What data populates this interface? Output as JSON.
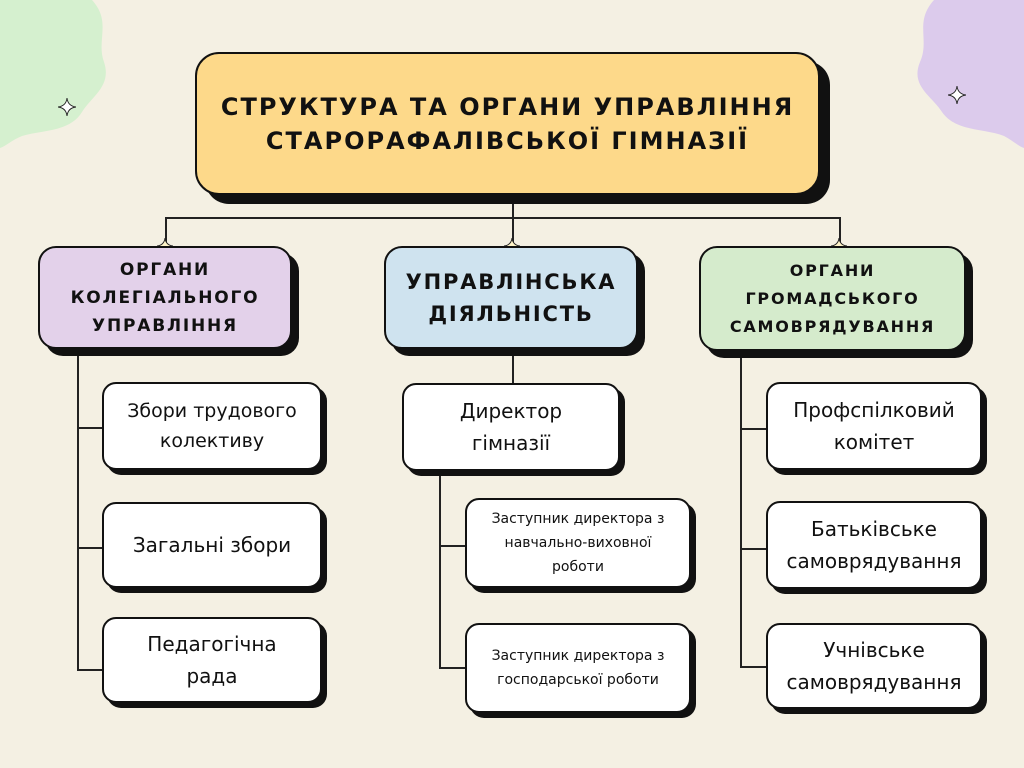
{
  "title": {
    "line1": "СТРУКТУРА ТА ОРГАНИ УПРАВЛІННЯ",
    "line2": "СТАРОРАФАЛІВСЬКОЇ ГІМНАЗІЇ"
  },
  "columns": {
    "left": {
      "heading": [
        "ОРГАНИ",
        "КОЛЕГІАЛЬНОГО",
        "УПРАВЛІННЯ"
      ],
      "items": [
        [
          "Збори трудового",
          "колективу"
        ],
        [
          "Загальні збори"
        ],
        [
          "Педагогічна",
          "рада"
        ]
      ]
    },
    "middle": {
      "heading": [
        "УПРАВЛІНСЬКА",
        "ДІЯЛЬНІСТЬ"
      ],
      "director": [
        "Директор",
        "гімназії"
      ],
      "items": [
        [
          "Заступник директора з",
          "навчально-виховної",
          "роботи"
        ],
        [
          "Заступник директора з",
          "господарської роботи"
        ]
      ]
    },
    "right": {
      "heading": [
        "ОРГАНИ",
        "ГРОМАДСЬКОГО",
        "САМОВРЯДУВАННЯ"
      ],
      "items": [
        [
          "Профспілковий",
          "комітет"
        ],
        [
          "Батьківське",
          "самоврядування"
        ],
        [
          "Учнівське",
          "самоврядування"
        ]
      ]
    }
  },
  "colors": {
    "background": "#f4f0e3",
    "title_fill": "#fdd98a",
    "left_fill": "#e3d1ea",
    "middle_fill": "#cfe3ef",
    "right_fill": "#d5ebcc",
    "corner_green": "#d5f0cf",
    "corner_purple": "#dccbec"
  }
}
